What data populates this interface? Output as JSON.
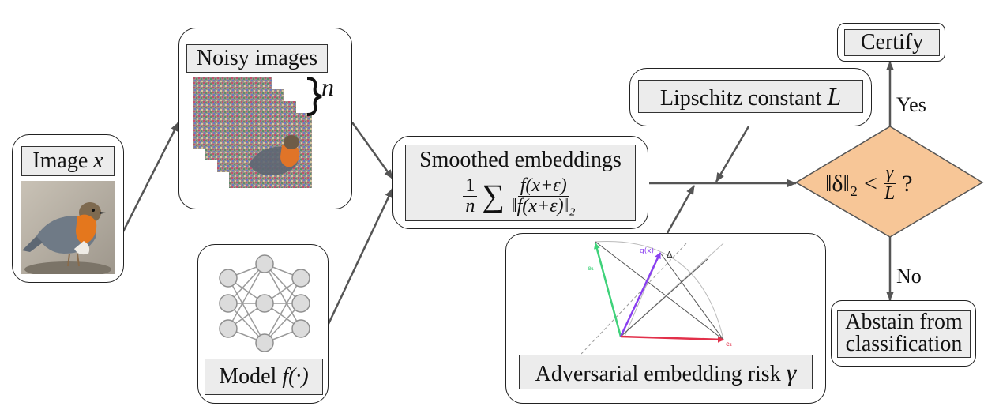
{
  "image_node": {
    "label_text": "Image ",
    "label_var": "x"
  },
  "noisy_node": {
    "label": "Noisy images",
    "count_symbol": "n"
  },
  "model_node": {
    "label_text": "Model ",
    "label_func": "f(·)"
  },
  "smoothed_node": {
    "label": "Smoothed embeddings",
    "formula": {
      "coef_num": "1",
      "coef_den": "n",
      "sum": "∑",
      "frac_num": "f(x+ε)",
      "frac_den": "‖f(x+ε)‖₂"
    }
  },
  "lipschitz_node": {
    "label_text": "Lipschitz constant ",
    "label_var": "L"
  },
  "risk_node": {
    "label_text": "Adversarial embedding risk ",
    "label_var": "γ",
    "vector_labels": {
      "g": "g(x)",
      "delta": "Δ",
      "e1": "e₁",
      "e2": "e₂"
    }
  },
  "decision": {
    "lhs": "‖δ‖₂ <",
    "rhs_num": "γ",
    "rhs_den": "L",
    "q": "?",
    "fill": "#f7c697"
  },
  "certify_node": {
    "label": "Certify"
  },
  "abstain_node": {
    "label_line1": "Abstain from",
    "label_line2": "classification"
  },
  "edge_labels": {
    "yes": "Yes",
    "no": "No"
  },
  "colors": {
    "edge": "#555555",
    "green": "#3fd27a",
    "purple": "#8a3ff0",
    "red": "#e2304a"
  }
}
